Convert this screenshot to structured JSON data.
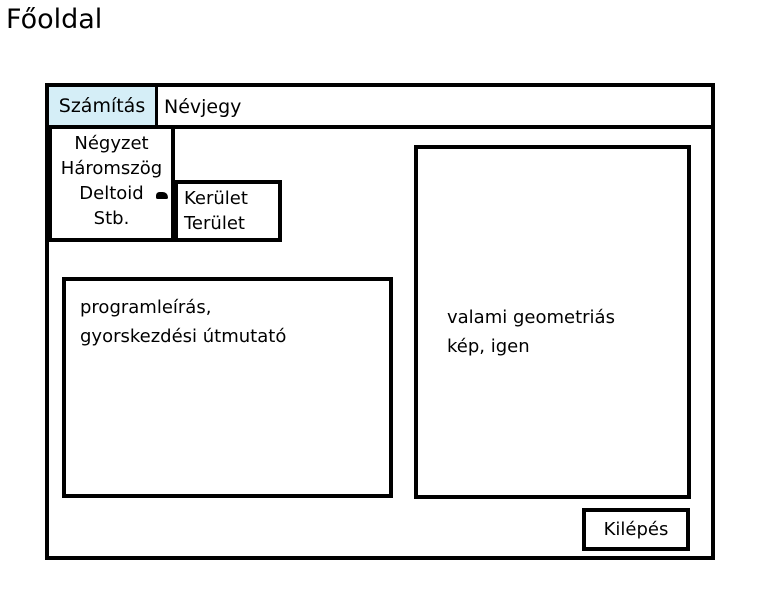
{
  "page_title": "Főoldal",
  "menu": {
    "tabs": [
      {
        "label": "Számítás",
        "active": true,
        "color": "#d5eef7"
      },
      {
        "label": "Névjegy",
        "active": false
      }
    ]
  },
  "dropdown": {
    "items": [
      "Négyzet",
      "Háromszög",
      "Deltoid",
      "Stb."
    ]
  },
  "submenu": {
    "items": [
      "Kerület",
      "Terület"
    ]
  },
  "description": {
    "lines": [
      "programleírás,",
      "gyorskezdési útmutató"
    ]
  },
  "image_placeholder": {
    "lines": [
      "valami geometriás",
      "kép, igen"
    ]
  },
  "exit_button": {
    "label": "Kilépés"
  }
}
